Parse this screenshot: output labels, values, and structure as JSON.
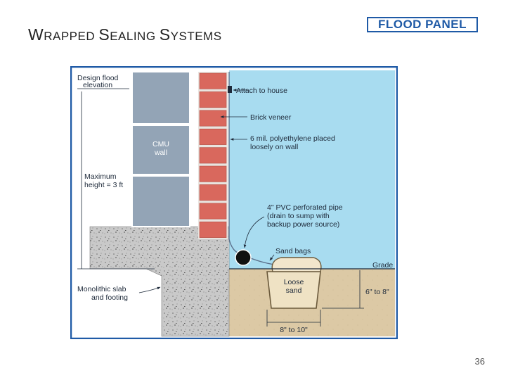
{
  "slide": {
    "title_parts": [
      "W",
      "RAPPED ",
      "S",
      "EALING ",
      "S",
      "YSTEMS"
    ],
    "logo_text": "FLOOD PANEL",
    "page_number": "36"
  },
  "diagram": {
    "labels": {
      "design_flood_1": "Design flood",
      "design_flood_2": "elevation",
      "max_height_1": "Maximum",
      "max_height_2": "height = 3 ft",
      "slab_1": "Monolithic slab",
      "slab_2": "and footing",
      "cmu_1": "CMU",
      "cmu_2": "wall",
      "attach": "Attach to house",
      "brick": "Brick veneer",
      "poly_1": "6 mil. polyethylene placed",
      "poly_2": "loosely on wall",
      "pvc_1": "4\" PVC perforated pipe",
      "pvc_2": "(drain to sump with",
      "pvc_3": "backup power source)",
      "sandbags": "Sand bags",
      "grade": "Grade",
      "loose_1": "Loose",
      "loose_2": "sand",
      "depth": "6\" to 8\"",
      "width": "8\" to 10\""
    },
    "colors": {
      "border": "#1f5aa6",
      "sky": "#a8dcf0",
      "cmu": "#93a4b6",
      "brick": "#d9685d",
      "mortar": "#e9e4df",
      "concrete": "#c8c8c8",
      "soil": "#dcc9a5",
      "sand": "#efe2c4"
    }
  }
}
